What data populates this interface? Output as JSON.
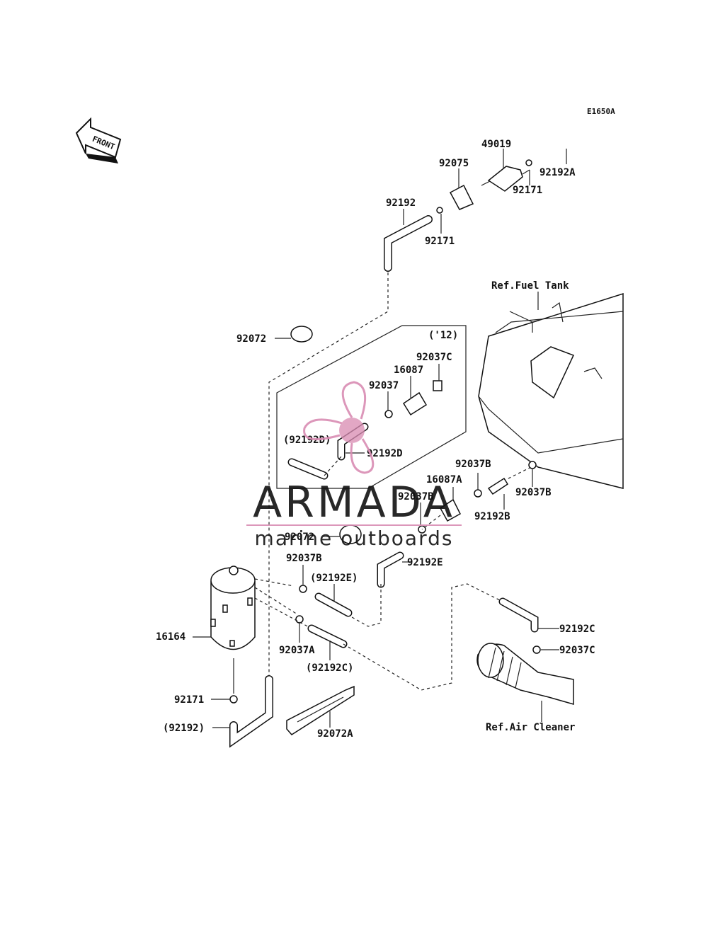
{
  "diagram": {
    "code": "E1650A",
    "front_label": "FRONT",
    "labels": {
      "p49019": "49019",
      "p92075": "92075",
      "p92192A": "92192A",
      "p92171_top": "92171",
      "p92192_top": "92192",
      "p92171_mid": "92171",
      "ref_fuel_tank": "Ref.Fuel Tank",
      "p92072_top": "92072",
      "year_12": "('12)",
      "p92037C_inset": "92037C",
      "p16087": "16087",
      "p92037_inset": "92037",
      "p92192D_paren": "(92192D)",
      "p92192D": "92192D",
      "p92037B_right": "92037B",
      "p16087A": "16087A",
      "p92037B_right2": "92037B",
      "p92037B_mid": "92037B",
      "p92192B": "92192B",
      "p92072_mid": "92072",
      "p92192E": "92192E",
      "p92037B_left": "92037B",
      "p92192E_paren": "(92192E)",
      "p16164": "16164",
      "p92037A": "92037A",
      "p92192C_paren": "(92192C)",
      "p92192C": "92192C",
      "p92037C": "92037C",
      "p92171_bot": "92171",
      "p92192_paren": "(92192)",
      "p92072A": "92072A",
      "ref_air_cleaner": "Ref.Air Cleaner"
    }
  },
  "watermark": {
    "brand": "ARMADA",
    "tagline": "marine outboards",
    "color_dark": "#6b6b6b",
    "color_accent": "#d98cb3"
  }
}
